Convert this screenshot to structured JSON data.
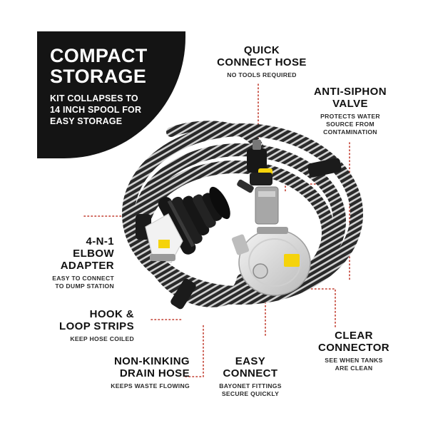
{
  "panel": {
    "title_line1": "COMPACT",
    "title_line2": "STORAGE",
    "subtitle": "KIT COLLAPSES TO\n14 INCH SPOOL FOR\nEASY STORAGE"
  },
  "callouts": {
    "quick_connect": {
      "title": "QUICK\nCONNECT HOSE",
      "desc": "NO TOOLS REQUIRED"
    },
    "anti_siphon": {
      "title": "ANTI-SIPHON\nVALVE",
      "desc": "PROTECTS WATER\nSOURCE FROM\nCONTAMINATION"
    },
    "elbow_adapter": {
      "title": "4-N-1\nELBOW\nADAPTER",
      "desc": "EASY TO CONNECT\nTO DUMP STATION"
    },
    "hook_loop": {
      "title": "HOOK &\nLOOP STRIPS",
      "desc": "KEEP HOSE COILED"
    },
    "non_kinking": {
      "title": "NON-KINKING\nDRAIN HOSE",
      "desc": "KEEPS WASTE FLOWING"
    },
    "easy_connect": {
      "title": "EASY\nCONNECT",
      "desc": "BAYONET FITTINGS\nSECURE QUICKLY"
    },
    "clear_connector": {
      "title": "CLEAR\nCONNECTOR",
      "desc": "SEE WHEN TANKS\nARE CLEAN"
    }
  },
  "colors": {
    "panel_background": "#141414",
    "leader_line": "#c0392b",
    "hose_dark": "#2a2a2a",
    "hose_light": "#bfbfbf",
    "adapter_black": "#161616",
    "elbow_white": "#f2f2f2",
    "warning_label": "#f5d30b"
  }
}
